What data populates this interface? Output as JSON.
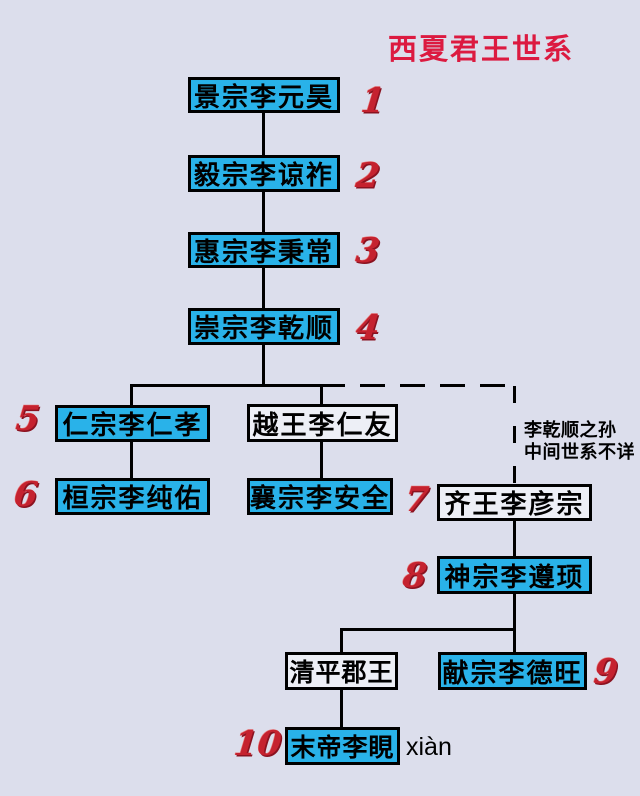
{
  "title": "西夏君王世系",
  "nodes": {
    "jingzong": {
      "label": "景宗李元昊",
      "number": "1"
    },
    "yizong": {
      "label": "毅宗李谅祚",
      "number": "2"
    },
    "huizong": {
      "label": "惠宗李秉常",
      "number": "3"
    },
    "chongzong": {
      "label": "崇宗李乾顺",
      "number": "4"
    },
    "renzong": {
      "label": "仁宗李仁孝",
      "number": "5"
    },
    "yuewang": {
      "label": "越王李仁友"
    },
    "huanzong": {
      "label": "桓宗李纯佑",
      "number": "6"
    },
    "xiangzong": {
      "label": "襄宗李安全",
      "number": "7"
    },
    "qiwang": {
      "label": "齐王李彦宗"
    },
    "shenzong": {
      "label": "神宗李遵顼",
      "number": "8"
    },
    "qingping": {
      "label": "清平郡王"
    },
    "xianzong": {
      "label": "献宗李德旺",
      "number": "9"
    },
    "modi": {
      "label": "末帝李睍",
      "number": "10",
      "pinyin": "xiàn"
    }
  },
  "annotation": {
    "line1": "李乾顺之孙",
    "line2": "中间世系不详"
  },
  "colors": {
    "background": "#dcdeec",
    "box_fill_cyan": "#29b2e9",
    "box_fill_white": "#edeff6",
    "line_black": "#000000",
    "number_red": "#c5222f",
    "title_red": "#dc1a40"
  }
}
